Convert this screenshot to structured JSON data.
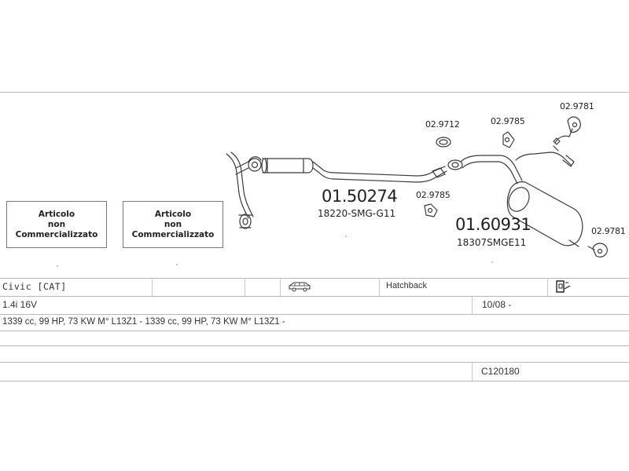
{
  "diagram": {
    "not_sold_boxes": [
      {
        "line1": "Articolo",
        "line2": "non",
        "line3": "Commercializzato"
      },
      {
        "line1": "Articolo",
        "line2": "non",
        "line3": "Commercializzato"
      }
    ],
    "parts": {
      "center_silencer": {
        "number": "01.50274",
        "oem": "18220-SMG-G11"
      },
      "rear_silencer": {
        "number": "01.60931",
        "oem": "18307SMGE11"
      },
      "gasket": {
        "number": "02.9712"
      },
      "hanger_upper": {
        "number": "02.9785"
      },
      "hanger_lower": {
        "number": "02.9785"
      },
      "rubber_upper": {
        "number": "02.9781"
      },
      "rubber_lower": {
        "number": "02.9781"
      }
    }
  },
  "vehicle": {
    "model": "Civic  [CAT]",
    "body_type": "Hatchback",
    "engine": "1.4i 16V",
    "date_range": "10/08 -",
    "specs": "1339 cc, 99 HP, 73 KW  M° L13Z1 - 1339 cc, 99 HP, 73 KW  M° L13Z1 -",
    "catalog_code": "C120180"
  },
  "icons": {
    "body_icon": "car-icon",
    "door_icon": "door-icon"
  }
}
